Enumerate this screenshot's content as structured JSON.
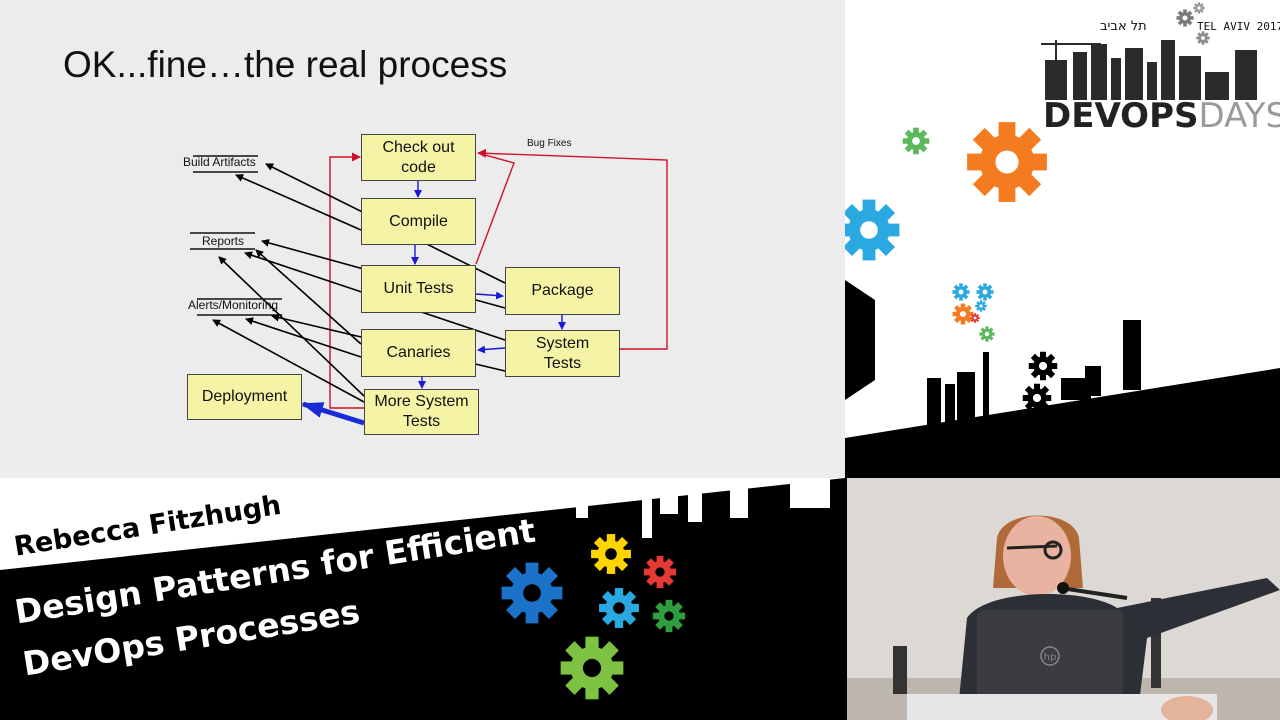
{
  "slide": {
    "title": "OK...fine…the real process",
    "boxes": {
      "checkout": "Check out\ncode",
      "compile": "Compile",
      "unit_tests": "Unit Tests",
      "package": "Package",
      "system_tests": "System\nTests",
      "canaries": "Canaries",
      "more_system_tests": "More System\nTests",
      "deployment": "Deployment"
    },
    "labels": {
      "build_artifacts": "Build Artifacts",
      "reports": "Reports",
      "alerts": "Alerts/Monitoring",
      "bug_fixes": "Bug Fixes"
    },
    "colors": {
      "box_fill": "#f4f3a6",
      "flow_arrow": "#1a1ad6",
      "feedback_arrow": "#d0102a",
      "output_arrow": "#000000"
    }
  },
  "branding": {
    "event_year": "TEL AVIV 2017",
    "event_hebrew": "תל אביב",
    "logo_word_dark": "DEV",
    "logo_word_o": "O",
    "logo_word_ps": "PS",
    "logo_word_light": "DAYS",
    "gear_colors": [
      "#f47b20",
      "#2aa8e0",
      "#5cb85c",
      "#ffd400",
      "#e53935",
      "#1a73c8",
      "#7dc242"
    ]
  },
  "lower_third": {
    "speaker_name": "Rebecca Fitzhugh",
    "talk_title_line1": "Design Patterns for Efficient",
    "talk_title_line2": "DevOps Processes"
  },
  "video": {
    "laptop_brand": "hp"
  }
}
